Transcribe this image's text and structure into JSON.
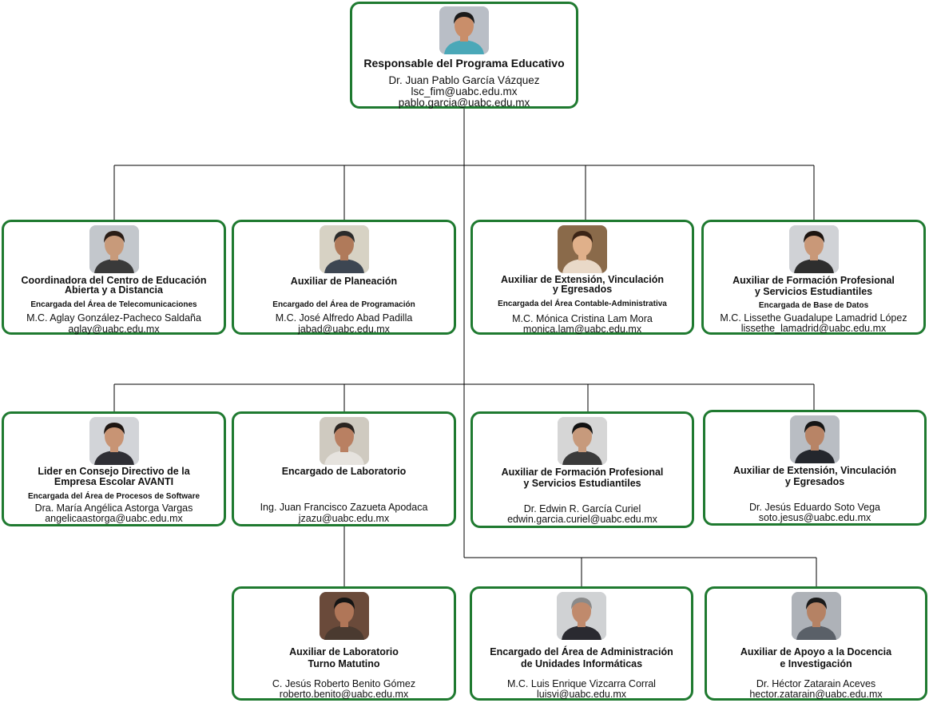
{
  "colors": {
    "border": "#1f7a30",
    "connector": "#000000"
  },
  "root": {
    "title": "Responsable del Programa Educativo",
    "name": "Dr. Juan Pablo García Vázquez",
    "email1": "lsc_fim@uabc.edu.mx",
    "email2": "pablo.garcia@uabc.edu.mx",
    "photo": {
      "skin": "#c98e6a",
      "hair": "#1a1a1a",
      "shirt": "#4aa8b8",
      "bg": "#b9bec6"
    }
  },
  "row1": [
    {
      "title1": "Coordinadora del  Centro de Educación",
      "title2": "Abierta y a Distancia",
      "sub": "Encargada del Área de Telecomunicaciones",
      "name": "M.C. Aglay González-Pacheco Saldaña",
      "email": "aglay@uabc.edu.mx",
      "photo": {
        "skin": "#c89a7a",
        "hair": "#2a1d16",
        "shirt": "#3a3a3a",
        "bg": "#c3c7cc"
      }
    },
    {
      "title1": "Auxiliar de Planeación",
      "title2": "",
      "sub": "Encargado del Área de Programación",
      "name": "M.C. José Alfredo Abad Padilla",
      "email": "jabad@uabc.edu.mx",
      "photo": {
        "skin": "#b07a5a",
        "hair": "#2b2b2b",
        "shirt": "#3d4652",
        "bg": "#d7d2c4"
      }
    },
    {
      "title1": "Auxiliar de Extensión, Vinculación",
      "title2": "y Egresados",
      "sub": "Encargada del Área Contable-Administrativa",
      "name": "M.C. Mónica Cristina Lam Mora",
      "email": "monica.lam@uabc.edu.mx",
      "photo": {
        "skin": "#e0b08a",
        "hair": "#3b2416",
        "shirt": "#e9d9c8",
        "bg": "#8a6a4a"
      }
    },
    {
      "title1": "Auxiliar de Formación Profesional",
      "title2": "y Servicios Estudiantiles",
      "sub": "Encargada de Base de Datos",
      "name": "M.C. Lissethe Guadalupe Lamadrid López",
      "email": "lissethe_lamadrid@uabc.edu.mx",
      "photo": {
        "skin": "#c99878",
        "hair": "#1c1410",
        "shirt": "#2e2e2e",
        "bg": "#d0d2d6"
      }
    }
  ],
  "row2": [
    {
      "title1": "Lider en Consejo Directivo de la",
      "title2": "Empresa Escolar AVANTI",
      "sub": "Encargada del Área de Procesos de Software",
      "name": "Dra. María Angélica Astorga Vargas",
      "email": "angelicaastorga@uabc.edu.mx",
      "photo": {
        "skin": "#c89474",
        "hair": "#1e1612",
        "shirt": "#2f2f35",
        "bg": "#d2d4d8"
      }
    },
    {
      "title1": "Encargado de Laboratorio",
      "title2": "",
      "sub": "",
      "name": "Ing. Juan Francisco Zazueta Apodaca",
      "email": "jzazu@uabc.edu.mx",
      "photo": {
        "skin": "#b98062",
        "hair": "#2a2420",
        "shirt": "#e6e3de",
        "bg": "#cfcac0"
      }
    },
    {
      "title1": "Auxiliar de Formación Profesional",
      "title2": "y Servicios Estudiantiles",
      "sub": "",
      "name": "Dr. Edwin R. García Curiel",
      "email": "edwin.garcia.curiel@uabc.edu.mx",
      "photo": {
        "skin": "#c79a7c",
        "hair": "#121212",
        "shirt": "#3a3a3a",
        "bg": "#d6d6d6"
      }
    },
    {
      "title1": "Auxiliar de Extensión, Vinculación",
      "title2": "y Egresados",
      "sub": "",
      "name": "Dr. Jesús Eduardo Soto Vega",
      "email": "soto.jesus@uabc.edu.mx",
      "photo": {
        "skin": "#b88466",
        "hair": "#151515",
        "shirt": "#24272d",
        "bg": "#b9bdc3"
      }
    }
  ],
  "row3": [
    {
      "title1": "Auxiliar de Laboratorio",
      "title2": "Turno Matutino",
      "name": "C. Jesús Roberto Benito Gómez",
      "email": "roberto.benito@uabc.edu.mx",
      "photo": {
        "skin": "#b07658",
        "hair": "#141414",
        "shirt": "#4a3a30",
        "bg": "#6a4a3a"
      }
    },
    {
      "title1": "Encargado del Área de Administración",
      "title2": "de Unidades Informáticas",
      "name": "M.C. Luis Enrique Vizcarra Corral",
      "email": "luisvi@uabc.edu.mx",
      "photo": {
        "skin": "#c08a6c",
        "hair": "#8a8a8a",
        "shirt": "#2a2a30",
        "bg": "#d0d2d4"
      }
    },
    {
      "title1": "Auxiliar de Apoyo a la Docencia",
      "title2": "e Investigación",
      "name": "Dr. Héctor Zatarain Aceves",
      "email": "hector.zatarain@uabc.edu.mx",
      "photo": {
        "skin": "#b58264",
        "hair": "#1a1a1a",
        "shirt": "#5a6068",
        "bg": "#aeb2b8"
      }
    }
  ]
}
